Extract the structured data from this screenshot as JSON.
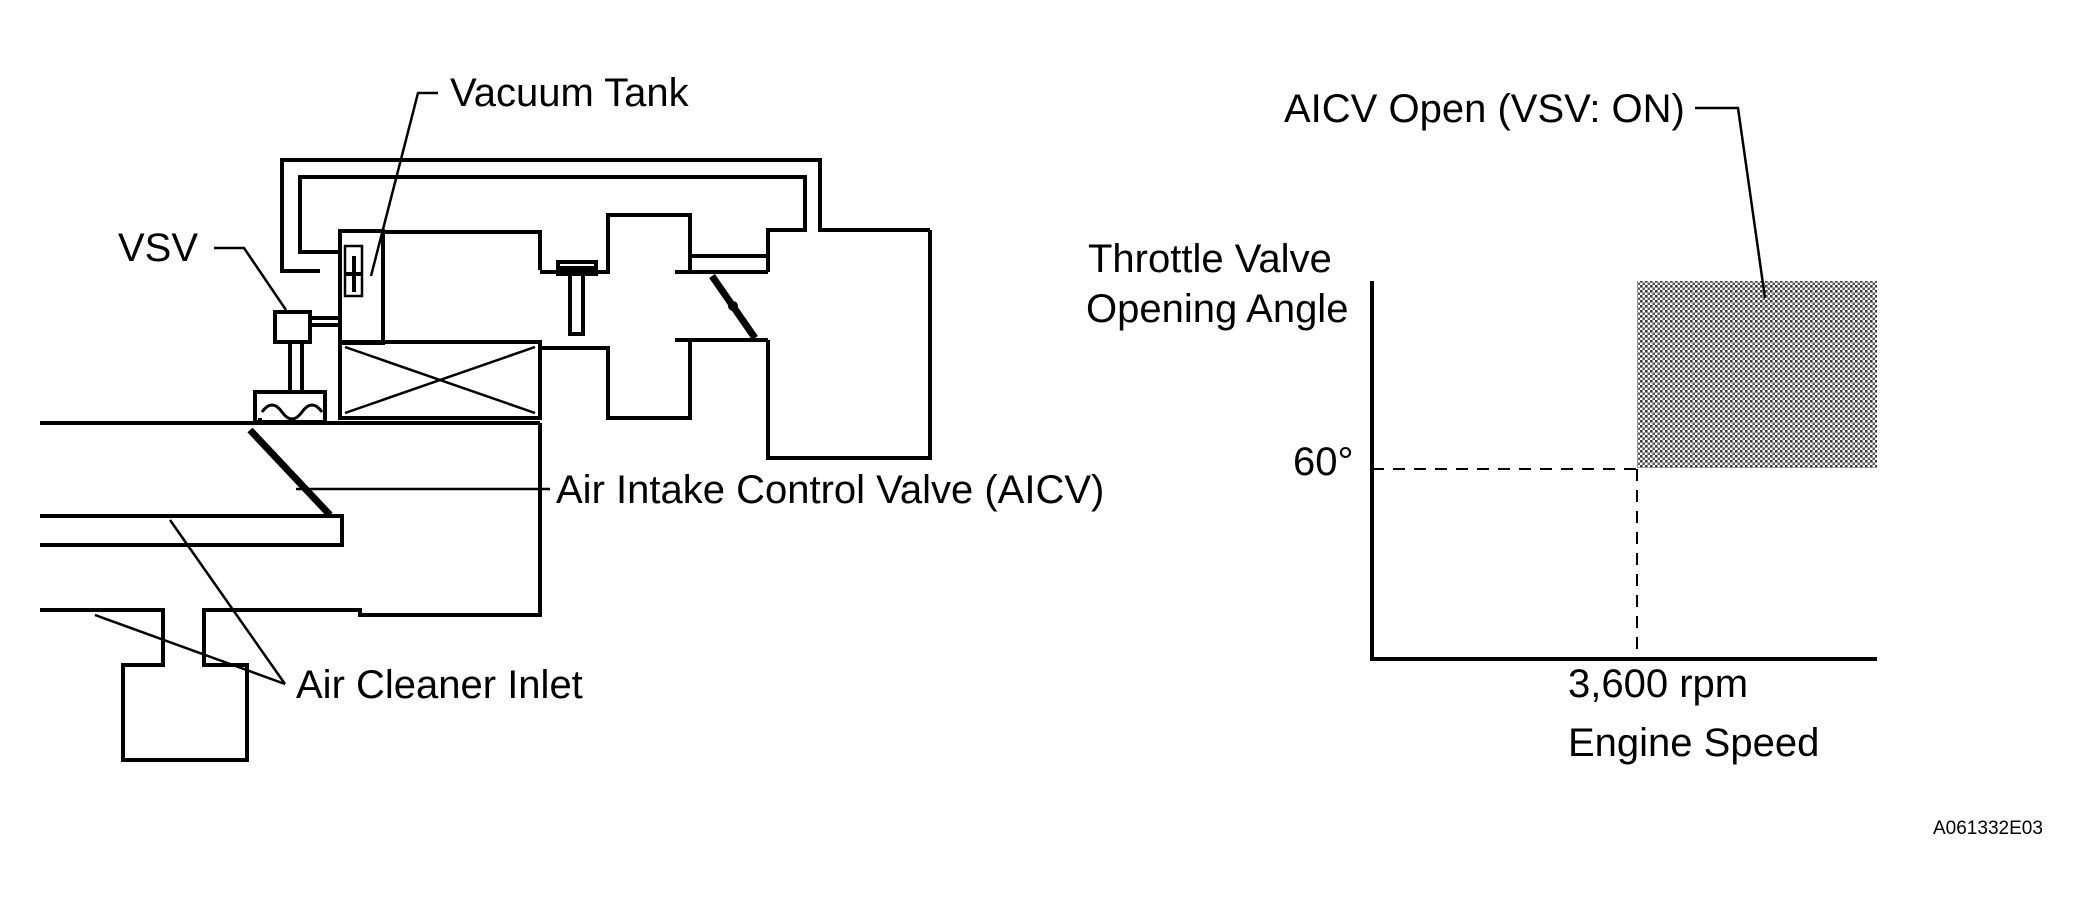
{
  "diagram": {
    "labels": {
      "vacuum_tank": "Vacuum Tank",
      "vsv": "VSV",
      "aicv": "Air Intake Control Valve (AICV)",
      "air_cleaner_inlet": "Air Cleaner Inlet"
    }
  },
  "graph": {
    "aicv_open": "AICV Open (VSV: ON)",
    "y_axis_label_line1": "Throttle Valve",
    "y_axis_label_line2": "Opening Angle",
    "y_threshold": "60°",
    "x_threshold": "3,600 rpm",
    "x_axis_label": "Engine Speed"
  },
  "figure_code": "A061332E03"
}
